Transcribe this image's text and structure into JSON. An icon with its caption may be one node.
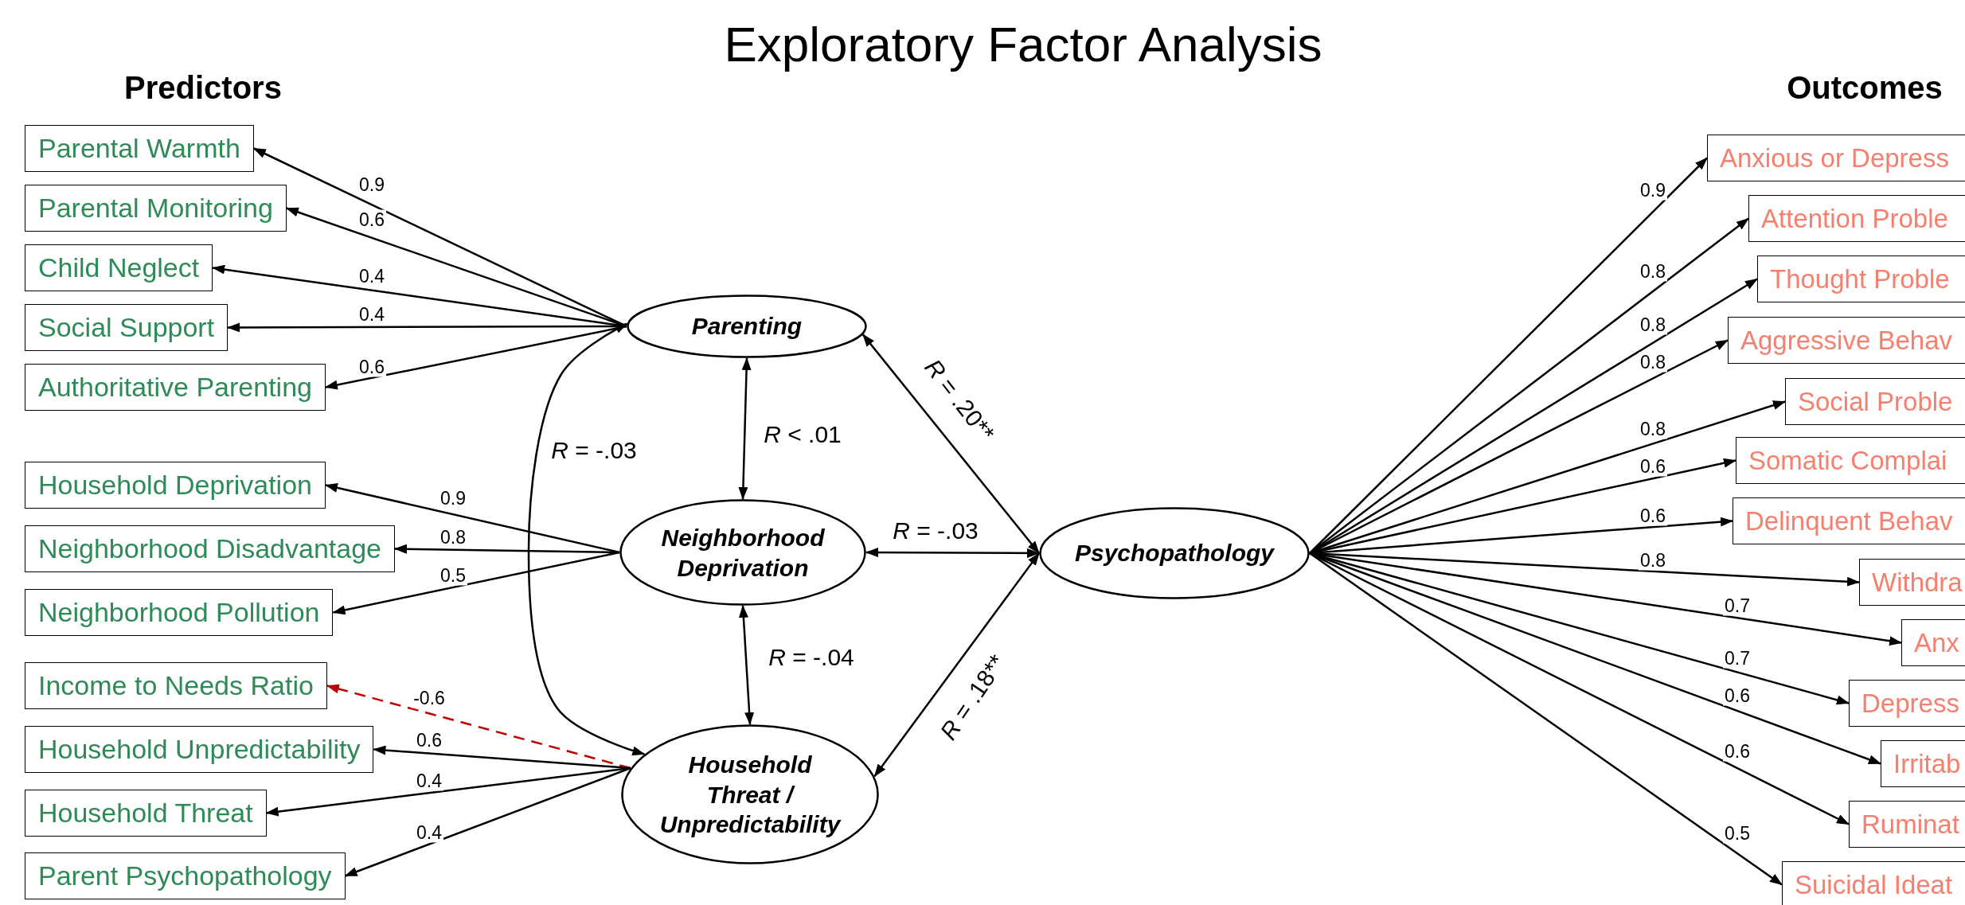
{
  "diagram": {
    "title": "Exploratory Factor Analysis",
    "nodes": [
      {
        "text": [
          "Parental Warmth"
        ]
      },
      {
        "text": [
          "Parental Monitoring"
        ]
      },
      {
        "text": [
          "Child Neglect"
        ]
      },
      {
        "text": [
          "Social Support"
        ]
      },
      {
        "text": [
          "Authoritative Parenting"
        ]
      },
      {
        "text": [
          "Household Deprivation"
        ]
      },
      {
        "text": [
          "Neighborhood Disadvantage"
        ]
      },
      {
        "text": [
          "Neighborhood Pollution"
        ]
      },
      {
        "text": [
          "Income to Needs Ratio"
        ]
      },
      {
        "text": [
          "Household Unpredictability"
        ]
      },
      {
        "text": [
          "Household Threat"
        ]
      },
      {
        "text": [
          "Parent Psychopathology"
        ]
      },
      {
        "text": [
          "Parenting"
        ]
      },
      {
        "text": [
          "Neighborhood Deprivation"
        ]
      },
      {
        "text": [
          "Household Threat / Unpredictability"
        ]
      },
      {
        "text": [
          "Psychopathology"
        ]
      },
      {
        "text": [
          "Anxious or Depress"
        ]
      },
      {
        "text": [
          "Attention Proble"
        ]
      },
      {
        "text": [
          "Thought Proble"
        ]
      },
      {
        "text": [
          "Aggressive Behav"
        ]
      },
      {
        "text": [
          "Social Proble"
        ]
      },
      {
        "text": [
          "Somatic Complai"
        ]
      },
      {
        "text": [
          "Delinquent Behav"
        ]
      },
      {
        "text": [
          "Withdra"
        ]
      },
      {
        "text": [
          "Anx"
        ]
      },
      {
        "text": [
          "Depress"
        ]
      },
      {
        "text": [
          "Irritab"
        ]
      },
      {
        "text": [
          "Ruminat"
        ]
      },
      {
        "text": [
          "Suicidal Ideat"
        ]
      }
    ],
    "edges": [
      {
        "from": 12,
        "to": 0,
        "label": "0.9",
        "arrow": "to"
      },
      {
        "from": 12,
        "to": 1,
        "label": "0.6",
        "arrow": "to"
      },
      {
        "from": 12,
        "to": 2,
        "label": "0.4",
        "arrow": "to"
      },
      {
        "from": 12,
        "to": 3,
        "label": "0.4",
        "arrow": "to"
      },
      {
        "from": 12,
        "to": 4,
        "label": "0.6",
        "arrow": "to"
      },
      {
        "from": 13,
        "to": 5,
        "label": "0.9",
        "arrow": "to"
      },
      {
        "from": 13,
        "to": 6,
        "label": "0.8",
        "arrow": "to"
      },
      {
        "from": 13,
        "to": 7,
        "label": "0.5",
        "arrow": "to"
      },
      {
        "from": 14,
        "to": 8,
        "label": "-0.6",
        "arrow": "to",
        "style": "dashed",
        "color": "#c00000"
      },
      {
        "from": 14,
        "to": 9,
        "label": "0.6",
        "arrow": "to"
      },
      {
        "from": 14,
        "to": 10,
        "label": "0.4",
        "arrow": "to"
      },
      {
        "from": 14,
        "to": 11,
        "label": "0.4",
        "arrow": "to"
      },
      {
        "from": 12,
        "to": 13,
        "label": "*R* < .01",
        "arrow": "both"
      },
      {
        "from": 12,
        "to": 14,
        "label": "*R* = -.03",
        "arrow": "both"
      },
      {
        "from": 13,
        "to": 14,
        "label": "*R* = -.04",
        "arrow": "both"
      },
      {
        "from": 12,
        "to": 15,
        "label": "*R* = .20**",
        "arrow": "both"
      },
      {
        "from": 13,
        "to": 15,
        "label": "*R* = -.03",
        "arrow": "both"
      },
      {
        "from": 14,
        "to": 15,
        "label": "*R* = .18**",
        "arrow": "both"
      },
      {
        "from": 15,
        "to": 16,
        "label": "0.9",
        "arrow": "to"
      },
      {
        "from": 15,
        "to": 17,
        "label": "0.8",
        "arrow": "to"
      },
      {
        "from": 15,
        "to": 18,
        "label": "0.8",
        "arrow": "to"
      },
      {
        "from": 15,
        "to": 19,
        "label": "0.8",
        "arrow": "to"
      },
      {
        "from": 15,
        "to": 20,
        "label": "0.8",
        "arrow": "to"
      },
      {
        "from": 15,
        "to": 21,
        "label": "0.6",
        "arrow": "to"
      },
      {
        "from": 15,
        "to": 22,
        "label": "0.6",
        "arrow": "to"
      },
      {
        "from": 15,
        "to": 23,
        "label": "0.8",
        "arrow": "to"
      },
      {
        "from": 15,
        "to": 24,
        "label": "0.7",
        "arrow": "to"
      },
      {
        "from": 15,
        "to": 25,
        "label": "0.7",
        "arrow": "to"
      },
      {
        "from": 15,
        "to": 26,
        "label": "0.6",
        "arrow": "to"
      },
      {
        "from": 15,
        "to": 27,
        "label": "0.6",
        "arrow": "to"
      },
      {
        "from": 15,
        "to": 28,
        "label": "0.5",
        "arrow": "to"
      }
    ],
    "labels": [
      "Predictors",
      "Outcomes"
    ]
  }
}
